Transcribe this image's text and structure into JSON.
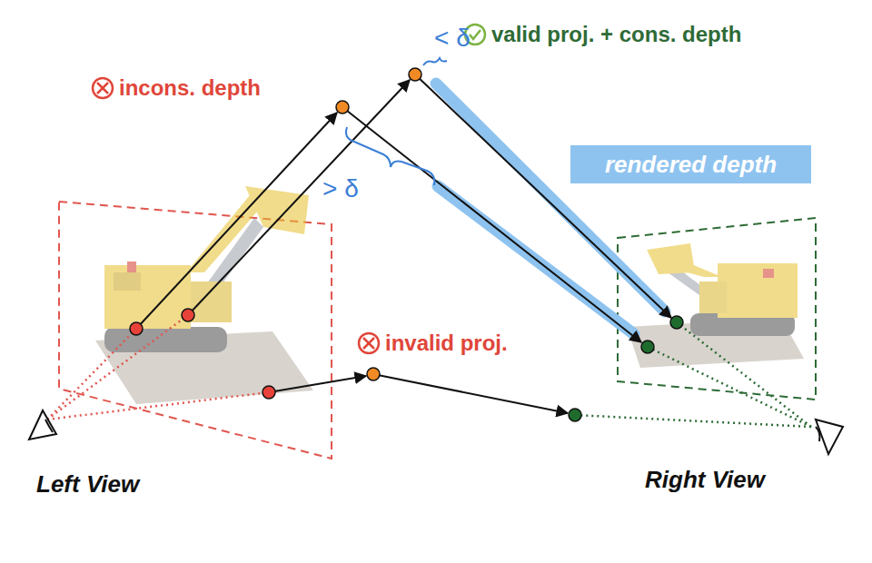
{
  "diagram": {
    "nodes": [
      {
        "text": [
          "rendered depth"
        ]
      }
    ],
    "labels": [
      "< δ",
      "incons. depth",
      "valid proj. + cons. depth",
      "> δ",
      "invalid proj.",
      "Left View",
      "Right View"
    ]
  }
}
